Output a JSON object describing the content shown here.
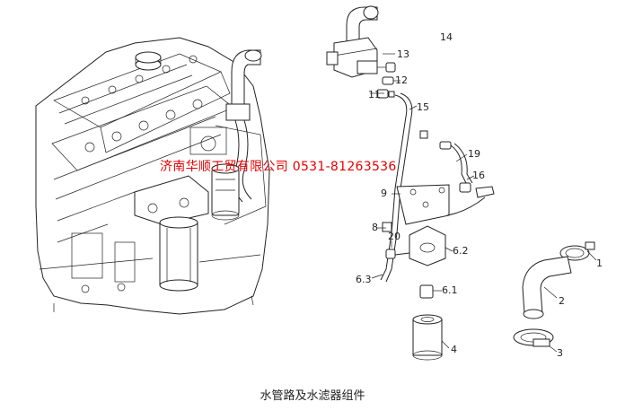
{
  "caption": "水管路及水滤器组件",
  "watermark": "济南华顺工贸有限公司    0531-81263536",
  "callouts": {
    "c14": "14",
    "c13": "13",
    "c12": "12",
    "c11": "11",
    "c15": "15",
    "c19": "19",
    "c16": "16",
    "c9": "9",
    "c8": "8",
    "c20": "20",
    "c62": "6.2",
    "c63": "6.3",
    "c61": "6.1",
    "c4": "4",
    "c1": "1",
    "c2": "2",
    "c3": "3"
  }
}
